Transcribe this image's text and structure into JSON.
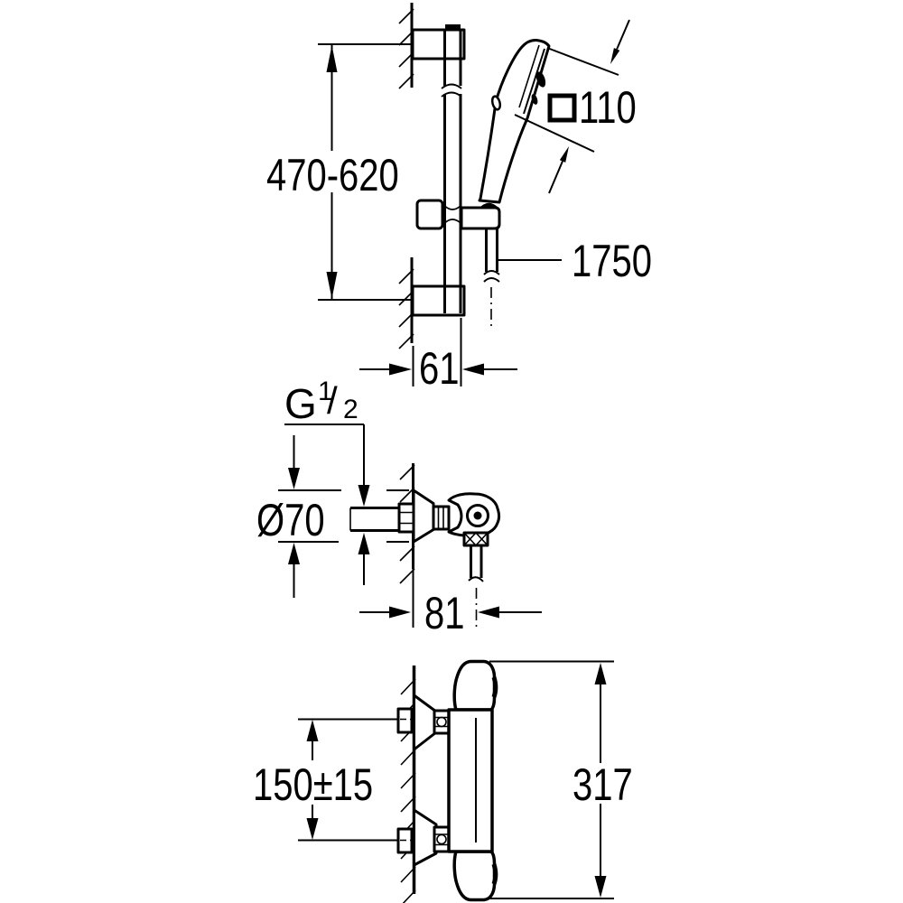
{
  "drawing": {
    "background": "#ffffff",
    "line_color": "#000000",
    "rail_view": {
      "height_range": "470-620",
      "head_size": "110",
      "hose_length": "1750",
      "wall_offset": "61"
    },
    "valve_view": {
      "thread_letter": "G",
      "thread_numerator": "1",
      "thread_slash": "/",
      "thread_denominator": "2",
      "rosette_diameter": "Ø70",
      "depth": "81"
    },
    "thermostat_view": {
      "inlet_spacing": "150±15",
      "overall_height": "317"
    }
  }
}
